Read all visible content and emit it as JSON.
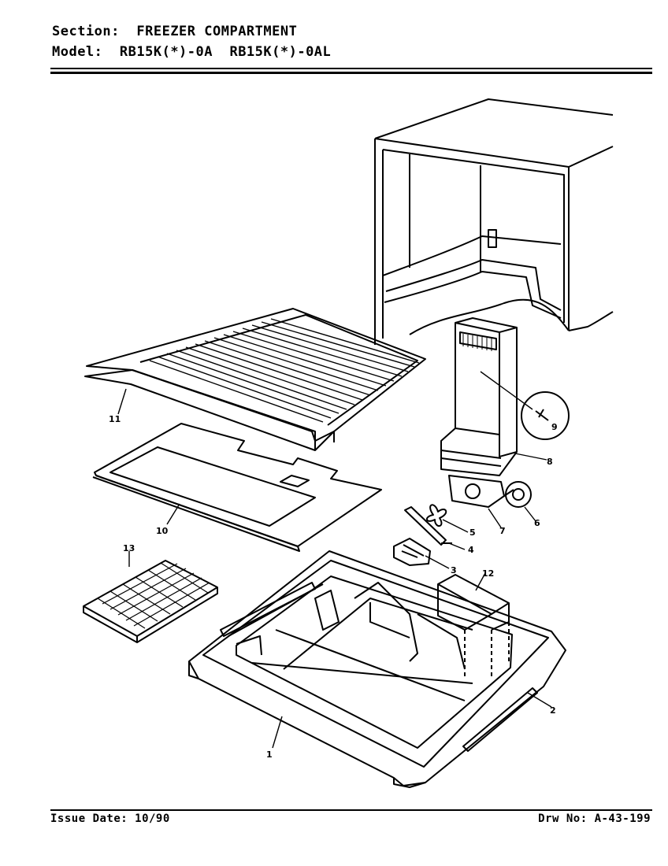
{
  "header": {
    "section_label": "Section:",
    "section_value": "FREEZER COMPARTMENT",
    "model_label": "Model:",
    "model_value": "RB15K(*)-0A  RB15K(*)-0AL"
  },
  "footer": {
    "issue_date": "Issue Date: 10/90",
    "drawing_no": "Drw No: A-43-199"
  },
  "callouts": {
    "c1": "1",
    "c2": "2",
    "c3": "3",
    "c4": "4",
    "c5": "5",
    "c6": "6",
    "c7": "7",
    "c8": "8",
    "c9": "9",
    "c10": "10",
    "c11": "11",
    "c12": "12",
    "c13": "13"
  }
}
